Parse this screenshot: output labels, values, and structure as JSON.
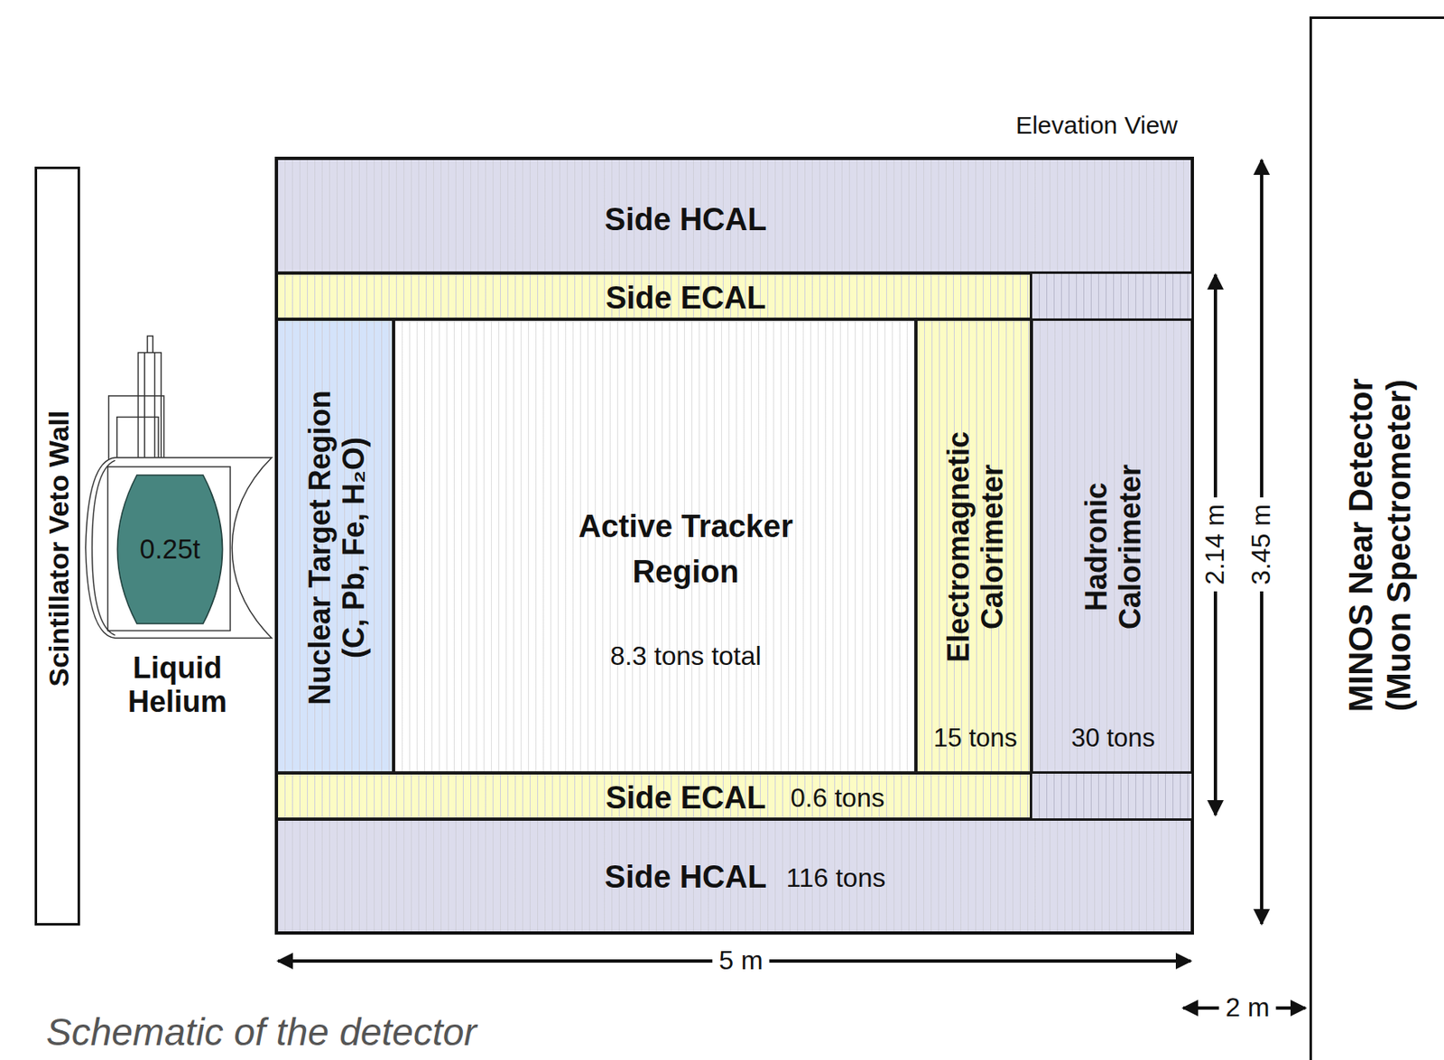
{
  "diagram": {
    "caption": "Schematic of the detector",
    "nodes": [
      {
        "text": [
          "Scintillator Veto Wall"
        ]
      },
      {
        "text": [
          "0.25t",
          "Liquid Helium"
        ]
      },
      {
        "text": [
          "Side HCAL"
        ]
      },
      {
        "text": [
          "Side ECAL"
        ]
      },
      {
        "text": [
          "Nuclear Target Region (C, Pb, Fe, H₂O)"
        ]
      },
      {
        "text": [
          "Active Tracker Region",
          "8.3 tons total"
        ]
      },
      {
        "text": [
          "Electromagnetic Calorimeter",
          "15 tons"
        ]
      },
      {
        "text": [
          "Hadronic Calorimeter",
          "30 tons"
        ]
      },
      {
        "text": [
          "Side ECAL",
          "0.6 tons"
        ]
      },
      {
        "text": [
          "Side HCAL",
          "116 tons"
        ]
      },
      {
        "text": [
          "MINOS Near Detector (Muon Spectrometer)"
        ]
      }
    ],
    "labels": [
      "Elevation View",
      "2.14 m",
      "3.45 m",
      "5 m",
      "2 m"
    ]
  }
}
